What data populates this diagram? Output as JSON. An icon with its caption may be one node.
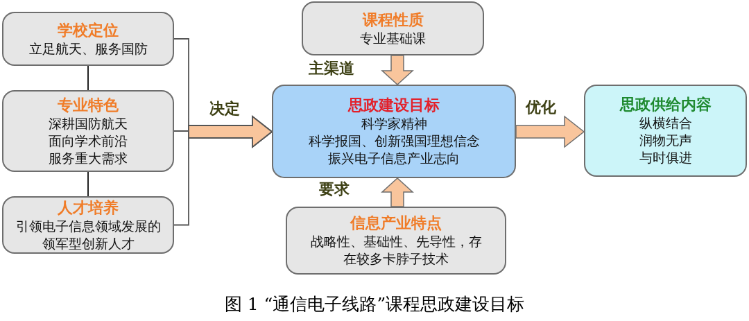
{
  "diagram": {
    "caption": "图 1 “通信电子线路”课程思政建设目标",
    "nodes": [
      {
        "text": [
          "学校定位",
          "立足航天、服务国防"
        ]
      },
      {
        "text": [
          "专业特色",
          "深耕国防航天",
          "面向学术前沿",
          "服务重大需求"
        ]
      },
      {
        "text": [
          "人才培养",
          "引领电子信息领域发展的领军型创新人才"
        ]
      },
      {
        "text": [
          "课程性质",
          "专业基础课"
        ]
      },
      {
        "text": [
          "思政建设目标",
          "科学家精神",
          "科学报国、创新强国理想信念",
          "振兴电子信息产业志向"
        ]
      },
      {
        "text": [
          "信息产业特点",
          "战略性、基础性、先导性，存在较多卡脖子技术"
        ]
      },
      {
        "text": [
          "思政供给内容",
          "纵横结合",
          "润物无声",
          "与时俱进"
        ]
      }
    ],
    "edges": [
      {
        "from": 0,
        "to": 1,
        "arrow": "none"
      },
      {
        "from": 1,
        "to": 2,
        "arrow": "none"
      },
      {
        "from": 0,
        "to": 4,
        "arrow": "to"
      },
      {
        "from": 1,
        "to": 4,
        "arrow": "to",
        "label": "决定"
      },
      {
        "from": 2,
        "to": 4,
        "arrow": "to"
      },
      {
        "from": 3,
        "to": 4,
        "arrow": "to",
        "label": "主渠道"
      },
      {
        "from": 5,
        "to": 4,
        "arrow": "to",
        "label": "要求"
      },
      {
        "from": 4,
        "to": 6,
        "arrow": "to",
        "label": "优化"
      }
    ]
  }
}
